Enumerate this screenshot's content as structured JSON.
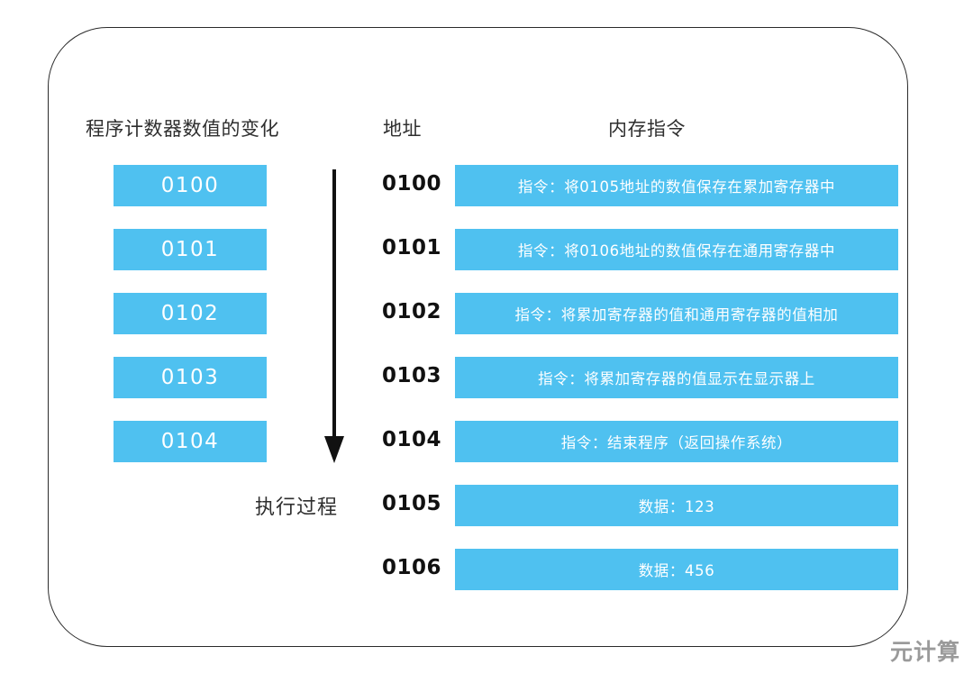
{
  "headings": {
    "program_counter": "程序计数器数值的变化",
    "address": "地址",
    "memory_instruction": "内存指令"
  },
  "program_counter_blocks": [
    {
      "value": "0100"
    },
    {
      "value": "0101"
    },
    {
      "value": "0102"
    },
    {
      "value": "0103"
    },
    {
      "value": "0104"
    }
  ],
  "flow": {
    "arrow_direction": "down",
    "arrow_label": "执行过程",
    "arrow_color": "#111111"
  },
  "memory_rows": [
    {
      "address": "0100",
      "content": "指令：将0105地址的数值保存在累加寄存器中"
    },
    {
      "address": "0101",
      "content": "指令：将0106地址的数值保存在通用寄存器中"
    },
    {
      "address": "0102",
      "content": "指令：将累加寄存器的值和通用寄存器的值相加"
    },
    {
      "address": "0103",
      "content": "指令：将累加寄存器的值显示在显示器上"
    },
    {
      "address": "0104",
      "content": "指令：结束程序（返回操作系统）"
    },
    {
      "address": "0105",
      "content": "数据：123"
    },
    {
      "address": "0106",
      "content": "数据：456"
    }
  ],
  "watermark": "元计算",
  "colors": {
    "block_blue": "#4FC1F0",
    "block_text": "#FFFFFF",
    "address_text": "#111111",
    "heading_text": "#2E2E2E",
    "frame_border": "#2B2B2B",
    "watermark_text": "#9A9A9A",
    "background": "#FFFFFF"
  }
}
